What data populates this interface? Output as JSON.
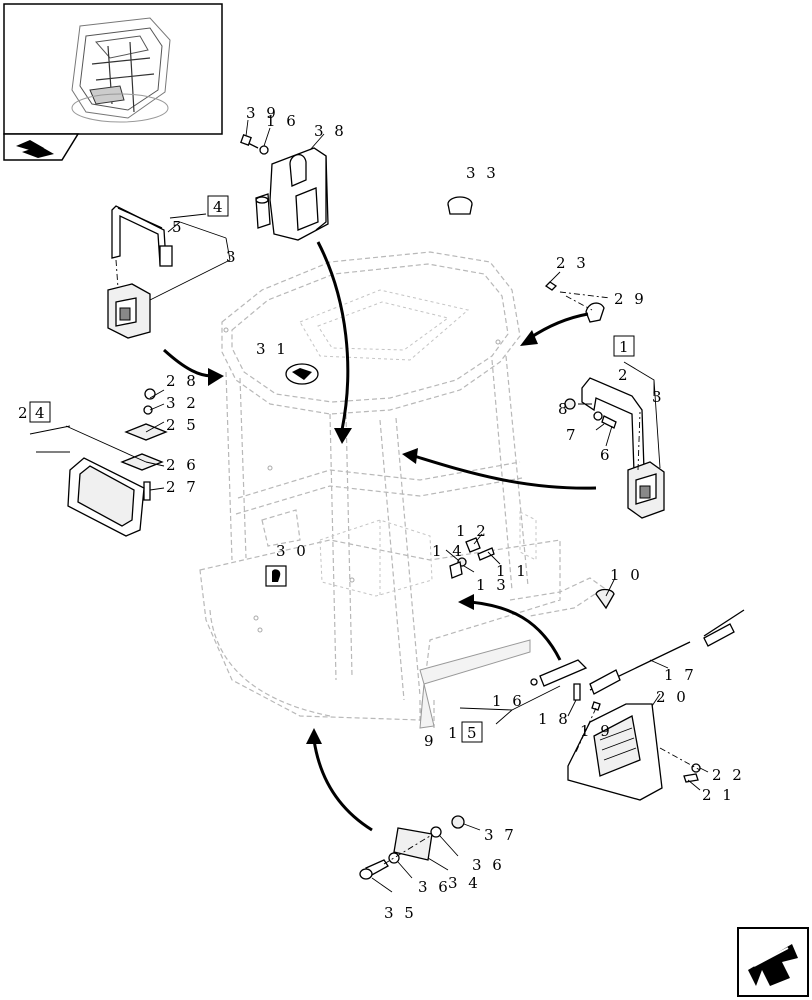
{
  "labels": {
    "l39": "3 9",
    "l16a": "1 6",
    "l38": "3 8",
    "l33": "3 3",
    "l4box": "4",
    "l5": "5",
    "l3a": "3",
    "l23": "2 3",
    "l29": "2 9",
    "l1box": "1",
    "l2": "2",
    "l3b": "3",
    "l8": "8",
    "l7": "7",
    "l6": "6",
    "l31": "3 1",
    "l28": "2 8",
    "l32": "3 2",
    "l25": "2 5",
    "l26": "2 6",
    "l27": "2 7",
    "l2pre": "2",
    "l4box2": "4",
    "l12": "1 2",
    "l14": "1 4",
    "l11": "1 1",
    "l13": "1 3",
    "l30": "3 0",
    "l10": "1 0",
    "l17": "1 7",
    "l16b": "1 6",
    "l20": "2 0",
    "l18": "1 8",
    "l19": "1 9",
    "l9": "9",
    "l15pre": "1",
    "l5box": "5",
    "l22": "2 2",
    "l21": "2 1",
    "l37": "3 7",
    "l36a": "3 6",
    "l34": "3 4",
    "l36b": "3 6",
    "l35": "3 5"
  },
  "icons": {
    "thumbnail": "cab-thumbnail-icon",
    "tab": "assembly-tab-icon",
    "nav": "next-page-arrow-icon"
  }
}
